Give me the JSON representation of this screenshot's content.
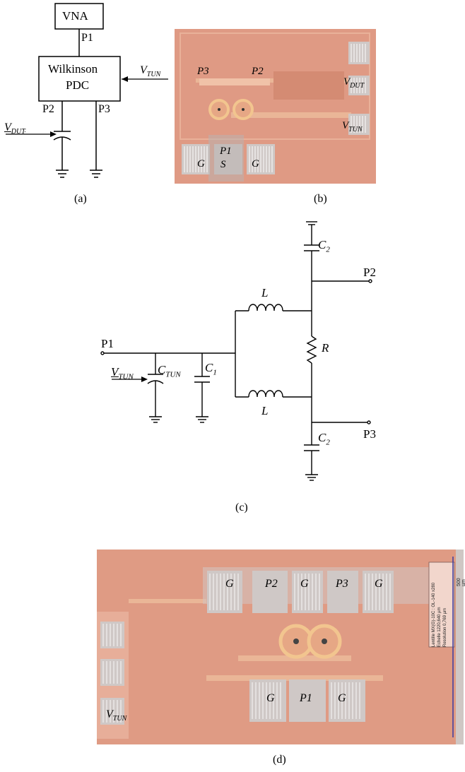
{
  "panel_a": {
    "caption": "(a)",
    "vna_label": "VNA",
    "pdc_line1": "Wilkinson",
    "pdc_line2": "PDC",
    "port_p1": "P1",
    "port_p2": "P2",
    "port_p3": "P3",
    "v_tun": "V",
    "v_tun_sub": "TUN",
    "v_dut": "V",
    "v_dut_sub": "DUT"
  },
  "panel_b": {
    "caption": "(b)",
    "p3": "P3",
    "p2": "P2",
    "p1": "P1",
    "s": "S",
    "g_left": "G",
    "g_right": "G",
    "v_dut": "V",
    "v_dut_sub": "DUT",
    "v_tun": "V",
    "v_tun_sub": "TUN"
  },
  "panel_c": {
    "caption": "(c)",
    "p1": "P1",
    "p2": "P2",
    "p3": "P3",
    "l_top": "L",
    "l_bottom": "L",
    "r": "R",
    "c2_top": "C",
    "c2_top_sub": "2",
    "c2_bottom": "C",
    "c2_bottom_sub": "2",
    "c1": "C",
    "c1_sub": "1",
    "c_tun": "C",
    "c_tun_sub": "TUN",
    "v_tun": "V",
    "v_tun_sub": "TUN"
  },
  "panel_d": {
    "caption": "(d)",
    "g1": "G",
    "p2": "P2",
    "g2": "G",
    "p3": "P3",
    "g3": "G",
    "g4": "G",
    "p1": "P1",
    "g5": "G",
    "v_tun": "V",
    "v_tun_sub": "TUN",
    "info_lines": [
      "Lentille   MX(G)-10C : OL-140  x280",
      "Echelle   1220,640 µm",
      "Resolution 0,769 µm"
    ],
    "scale_label": "500 µm"
  },
  "colors": {
    "chip_bg": "#e09a83",
    "chip_pad": "#c9c0bd",
    "chip_metal": "#f0c2a8",
    "chip_gold": "#e8b07a"
  }
}
